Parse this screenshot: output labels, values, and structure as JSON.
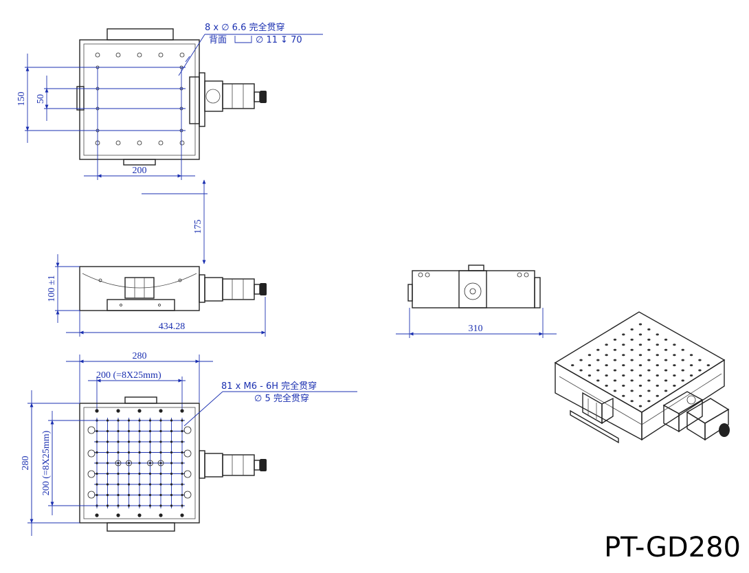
{
  "model": "PT-GD280",
  "colors": {
    "dimension": "#1a2fb0",
    "outline": "#222222",
    "background": "#ffffff"
  },
  "top_view": {
    "note_line1": "8 x ∅ 6.6 完全贯穿",
    "note_line2": "背面",
    "note_line2_value": "∅ 11 ↧ 70",
    "dim_150": "150",
    "dim_50": "50",
    "dim_200": "200"
  },
  "front_view": {
    "dim_175": "175",
    "dim_height": "100 ±1",
    "dim_length": "434.28"
  },
  "side_view": {
    "dim_width": "310"
  },
  "bottom_view": {
    "dim_280_h": "280",
    "dim_200_h": "200 (=8X25mm)",
    "note_line1": "81 x  M6 - 6H 完全贯穿",
    "note_line2": "∅ 5 完全贯穿",
    "dim_280_v": "280",
    "dim_200_v": "200 (=8X25mm)"
  }
}
